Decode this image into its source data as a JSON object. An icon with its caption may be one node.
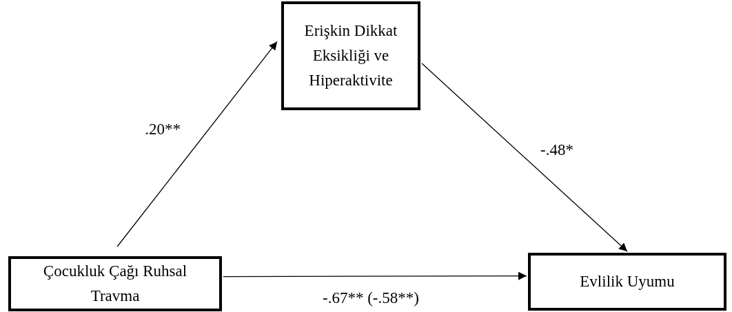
{
  "diagram": {
    "nodes": [
      {
        "text": [
          "Erişkin Dikkat Eksikliği ve Hiperaktivite"
        ]
      },
      {
        "text": [
          "Çocukluk Çağı Ruhsal Travma"
        ]
      },
      {
        "text": [
          "Evlilik Uyumu"
        ]
      }
    ],
    "edges": [
      {
        "from": 1,
        "to": 0,
        "arrow": "to",
        "label": ".20**"
      },
      {
        "from": 0,
        "to": 2,
        "arrow": "to",
        "label": "-.48*"
      },
      {
        "from": 1,
        "to": 2,
        "arrow": "to",
        "label": "-.67** (-.58**)"
      }
    ]
  }
}
